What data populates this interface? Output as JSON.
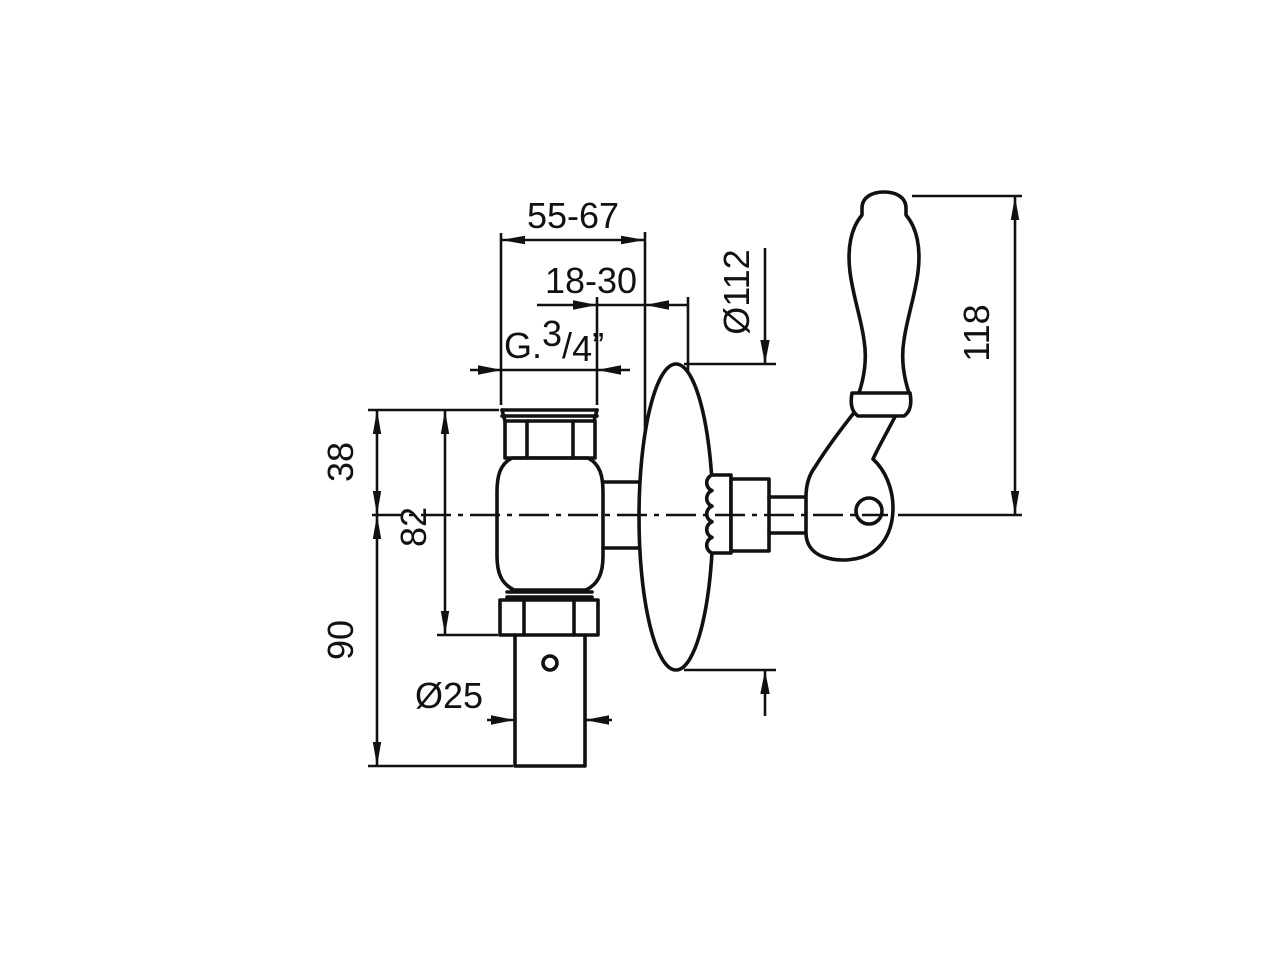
{
  "dimensions": {
    "width_range": "55-67",
    "depth_range": "18-30",
    "thread": {
      "prefix": "G.",
      "numerator": "3",
      "slash": "/",
      "denominator": "4",
      "inch_mark": "”"
    },
    "plate_diameter": "Ø112",
    "handle_height": "118",
    "inlet_offset": "38",
    "body_height": "82",
    "outlet_length": "90",
    "pipe_diameter": "Ø25"
  },
  "style": {
    "line_color": "#111111",
    "background": "#ffffff"
  }
}
